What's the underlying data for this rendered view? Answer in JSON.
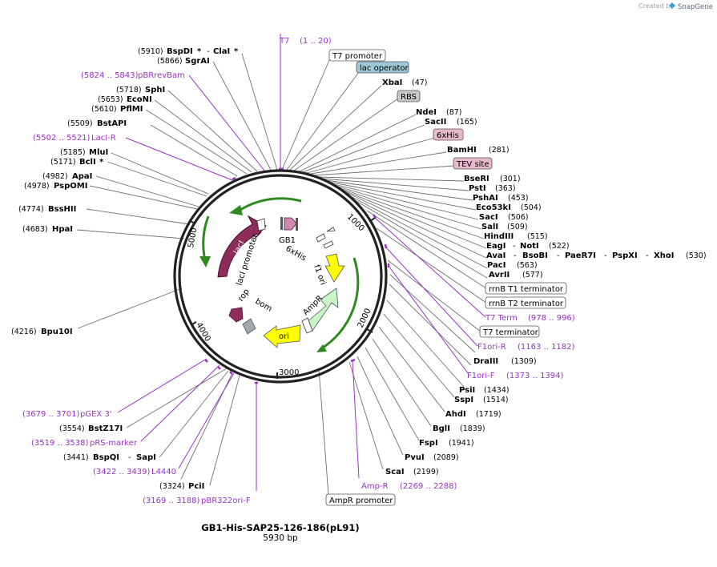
{
  "brand": {
    "created_by": "Created by",
    "name": "SnapGene"
  },
  "plasmid": {
    "name": "GB1-His-SAP25-126-186(pL91)",
    "length_label": "5930 bp"
  },
  "colors": {
    "primer": "#9a30c8",
    "lacI": "#8e2d5a",
    "ampR": "#c8f5c8",
    "ori": "#ffff00",
    "gb1": "#d088b0",
    "label_box_lac_operator": "#9ac8d8",
    "label_box_rbs": "#c8c8c8",
    "label_box_6xhis": "#e8b8cc",
    "label_box_tev": "#e8b8cc"
  },
  "ticks": [
    "1000",
    "2000",
    "3000",
    "4000",
    "5000"
  ],
  "inner_features": {
    "lacI": "lacI",
    "lacI_promoter": "lacI promoter",
    "gb1": "GB1",
    "his": "6xHis",
    "f1_ori": "f1 ori",
    "ampR": "AmpR",
    "ori": "ori",
    "rop": "rop",
    "bom": "bom"
  },
  "labels": {
    "t7": {
      "name": "T7",
      "range": "(1 .. 20)"
    },
    "t7_promoter": "T7 promoter",
    "lac_operator": "lac operator",
    "xbai": {
      "name": "XbaI",
      "pos": "(47)"
    },
    "rbs": "RBS",
    "ndei": {
      "name": "NdeI",
      "pos": "(87)"
    },
    "sacii": {
      "name": "SacII",
      "pos": "(165)"
    },
    "his6": "6xHis",
    "bamhi": {
      "name": "BamHI",
      "pos": "(281)"
    },
    "tev_site": "TEV site",
    "seri": {
      "name": "BseRI",
      "pos": "(301)"
    },
    "psti": {
      "name": "PstI",
      "pos": "(363)"
    },
    "pshai": {
      "name": "PshAI",
      "pos": "(453)"
    },
    "eco53ki": {
      "name": "Eco53kI",
      "pos": "(504)"
    },
    "saci": {
      "name": "SacI",
      "pos": "(506)"
    },
    "sali": {
      "name": "SalI",
      "pos": "(509)"
    },
    "hindiii": {
      "name": "HindIII",
      "pos": "(515)"
    },
    "eagi_noti": {
      "name1": "EagI",
      "sep": "-",
      "name2": "NotI",
      "pos": "(522)"
    },
    "avai_group": {
      "n1": "AvaI",
      "n2": "BsoBI",
      "n3": "PaeR7I",
      "n4": "PspXI",
      "n5": "XhoI",
      "sep": "-",
      "pos": "(530)"
    },
    "paci": {
      "name": "PacI",
      "pos": "(563)"
    },
    "avrii": {
      "name": "AvrII",
      "pos": "(577)"
    },
    "rrnb_t1": "rrnB T1 terminator",
    "rrnb_t2": "rrnB T2 terminator",
    "t7_term": {
      "name": "T7 Term",
      "range": "(978 .. 996)"
    },
    "t7_terminator": "T7 terminator",
    "f1ori_r": {
      "name": "F1ori-R",
      "range": "(1163 .. 1182)"
    },
    "draiii": {
      "name": "DraIII",
      "pos": "(1309)"
    },
    "f1ori_f": {
      "name": "F1ori-F",
      "range": "(1373 .. 1394)"
    },
    "psii": {
      "name": "PsiI",
      "pos": "(1434)"
    },
    "sspi": {
      "name": "SspI",
      "pos": "(1514)"
    },
    "ahdi": {
      "name": "AhdI",
      "pos": "(1719)"
    },
    "bgli": {
      "name": "BglI",
      "pos": "(1839)"
    },
    "fspi": {
      "name": "FspI",
      "pos": "(1941)"
    },
    "pvui": {
      "name": "PvuI",
      "pos": "(2089)"
    },
    "scai": {
      "name": "ScaI",
      "pos": "(2199)"
    },
    "amp_r": {
      "name": "Amp-R",
      "range": "(2269 .. 2288)"
    },
    "ampr_promoter": "AmpR promoter",
    "bspdi_clai": {
      "pos": "(5910)",
      "name1": "BspDI",
      "star": "*",
      "sep": "-",
      "name2": "ClaI",
      "star2": "*"
    },
    "sgrai": {
      "pos": "(5866)",
      "name": "SgrAI"
    },
    "pbrrevbam": {
      "range": "(5824 .. 5843)",
      "name": "pBRrevBam"
    },
    "sphi": {
      "pos": "(5718)",
      "name": "SphI"
    },
    "econi": {
      "pos": "(5653)",
      "name": "EcoNI"
    },
    "pflmi": {
      "pos": "(5610)",
      "name": "PflMI"
    },
    "bstapi": {
      "pos": "(5509)",
      "name": "BstAPI"
    },
    "laci_r": {
      "range": "(5502 .. 5521)",
      "name": "LacI-R"
    },
    "mlui": {
      "pos": "(5185)",
      "name": "MluI"
    },
    "bcli": {
      "pos": "(5171)",
      "name": "BclI",
      "star": "*"
    },
    "apai": {
      "pos": "(4982)",
      "name": "ApaI"
    },
    "pspomi": {
      "pos": "(4978)",
      "name": "PspOMI"
    },
    "bsshii": {
      "pos": "(4774)",
      "name": "BssHII"
    },
    "hpai": {
      "pos": "(4683)",
      "name": "HpaI"
    },
    "bpu10i": {
      "pos": "(4216)",
      "name": "Bpu10I"
    },
    "pgex3": {
      "range": "(3679 .. 3701)",
      "name": "pGEX 3'"
    },
    "bstz17i": {
      "pos": "(3554)",
      "name": "BstZ17I"
    },
    "prs_marker": {
      "range": "(3519 .. 3538)",
      "name": "pRS-marker"
    },
    "bspqi_sapi": {
      "pos": "(3441)",
      "name1": "BspQI",
      "sep": "-",
      "name2": "SapI"
    },
    "l4440": {
      "range": "(3422 .. 3439)",
      "name": "L4440"
    },
    "pcii": {
      "pos": "(3324)",
      "name": "PciI"
    },
    "pbr322ori_f": {
      "range": "(3169 .. 3188)",
      "name": "pBR322ori-F"
    }
  }
}
